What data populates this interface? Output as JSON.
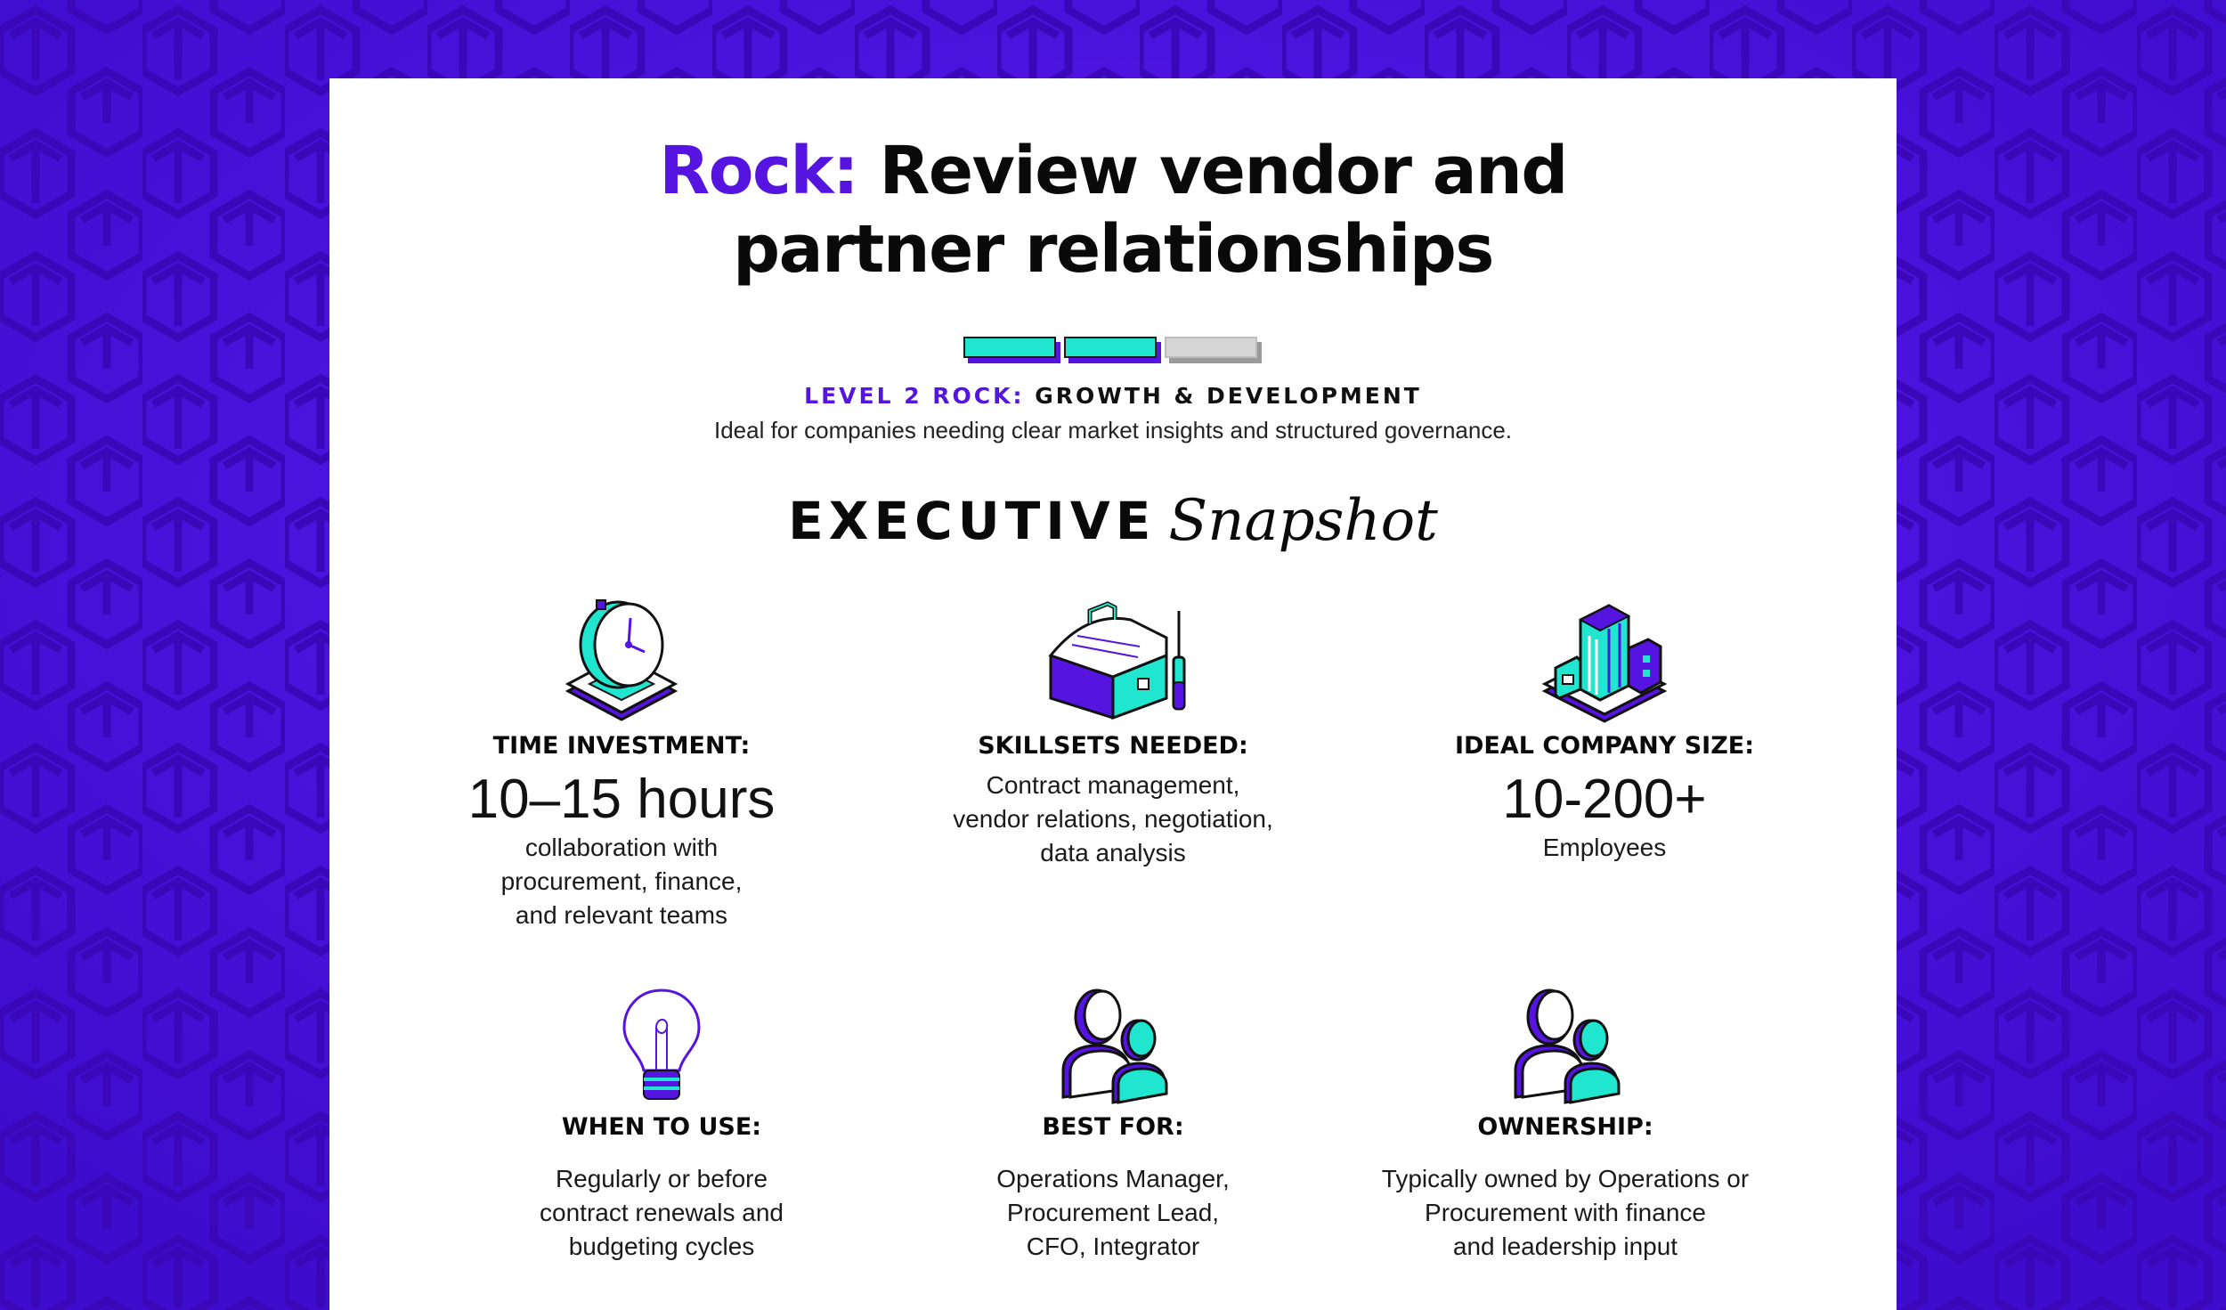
{
  "title": {
    "accent": "Rock:",
    "line1": "Review vendor and",
    "line2": "partner relationships"
  },
  "level": {
    "filled": 2,
    "total": 3,
    "accent_label": "LEVEL 2 ROCK:",
    "label": "GROWTH & DEVELOPMENT",
    "description": "Ideal for companies needing clear market insights and structured governance."
  },
  "snapshot": {
    "word1": "EXECUTIVE",
    "word2": "Snapshot"
  },
  "items": [
    {
      "icon": "clock-icon",
      "heading": "TIME INVESTMENT:",
      "value": "10–15 hours",
      "text": "collaboration with\nprocurement, finance,\nand relevant teams"
    },
    {
      "icon": "toolbox-icon",
      "heading": "SKILLSETS NEEDED:",
      "value": "",
      "text": "Contract management,\nvendor relations, negotiation,\ndata analysis"
    },
    {
      "icon": "building-icon",
      "heading": "IDEAL COMPANY SIZE:",
      "value": "10-200+",
      "text": "Employees"
    },
    {
      "icon": "lightbulb-icon",
      "heading": "WHEN TO USE:",
      "value": "",
      "text": "Regularly or before\ncontract renewals and\nbudgeting cycles"
    },
    {
      "icon": "people-icon",
      "heading": "BEST FOR:",
      "value": "",
      "text": "Operations Manager,\nProcurement Lead,\nCFO, Integrator"
    },
    {
      "icon": "people-icon",
      "heading": "OWNERSHIP:",
      "value": "",
      "text": "Typically owned by Operations or\nProcurement with finance\nand leadership input"
    }
  ],
  "colors": {
    "accent": "#5514e0",
    "teal": "#20e6cf",
    "background": "#4a12e6"
  }
}
